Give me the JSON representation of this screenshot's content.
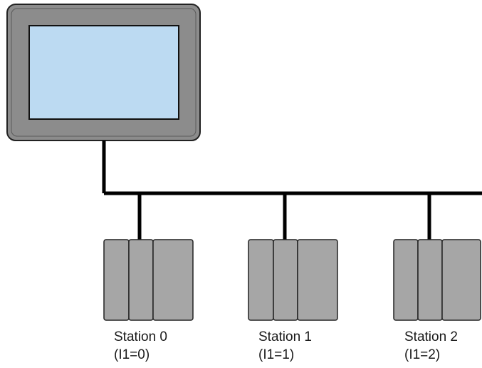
{
  "stations": [
    {
      "name": "Station 0",
      "address": "(I1=0)"
    },
    {
      "name": "Station 1",
      "address": "(I1=1)"
    },
    {
      "name": "Station 2",
      "address": "(I1=2)"
    }
  ],
  "colors": {
    "hmi_frame": "#8c8c8c",
    "hmi_screen": "#bcdaf2",
    "plc_module": "#a6a6a6",
    "line": "#000000"
  },
  "icons": {
    "hmi": "hmi-panel-icon",
    "plc": "plc-rack-icon"
  }
}
